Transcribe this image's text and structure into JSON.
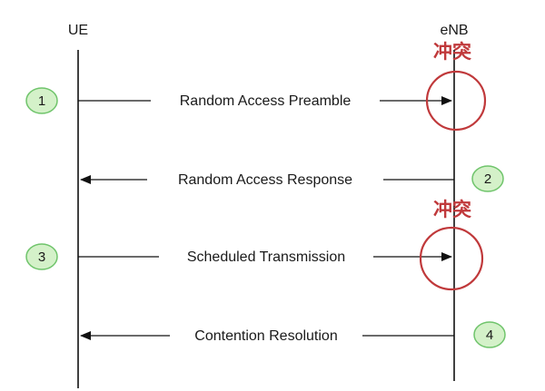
{
  "lifelines": {
    "ue": "UE",
    "enb": "eNB"
  },
  "messages": [
    {
      "step": "1",
      "label": "Random Access Preamble",
      "direction": "ue-to-enb"
    },
    {
      "step": "2",
      "label": "Random Access Response",
      "direction": "enb-to-ue"
    },
    {
      "step": "3",
      "label": "Scheduled Transmission",
      "direction": "ue-to-enb"
    },
    {
      "step": "4",
      "label": "Contention Resolution",
      "direction": "enb-to-ue"
    }
  ],
  "collisions": [
    {
      "label": "冲突"
    },
    {
      "label": "冲突"
    }
  ],
  "colors": {
    "badge_fill": "#d4f1c9",
    "badge_stroke": "#6fc46b",
    "collision": "#c0393b",
    "line": "#111111"
  }
}
